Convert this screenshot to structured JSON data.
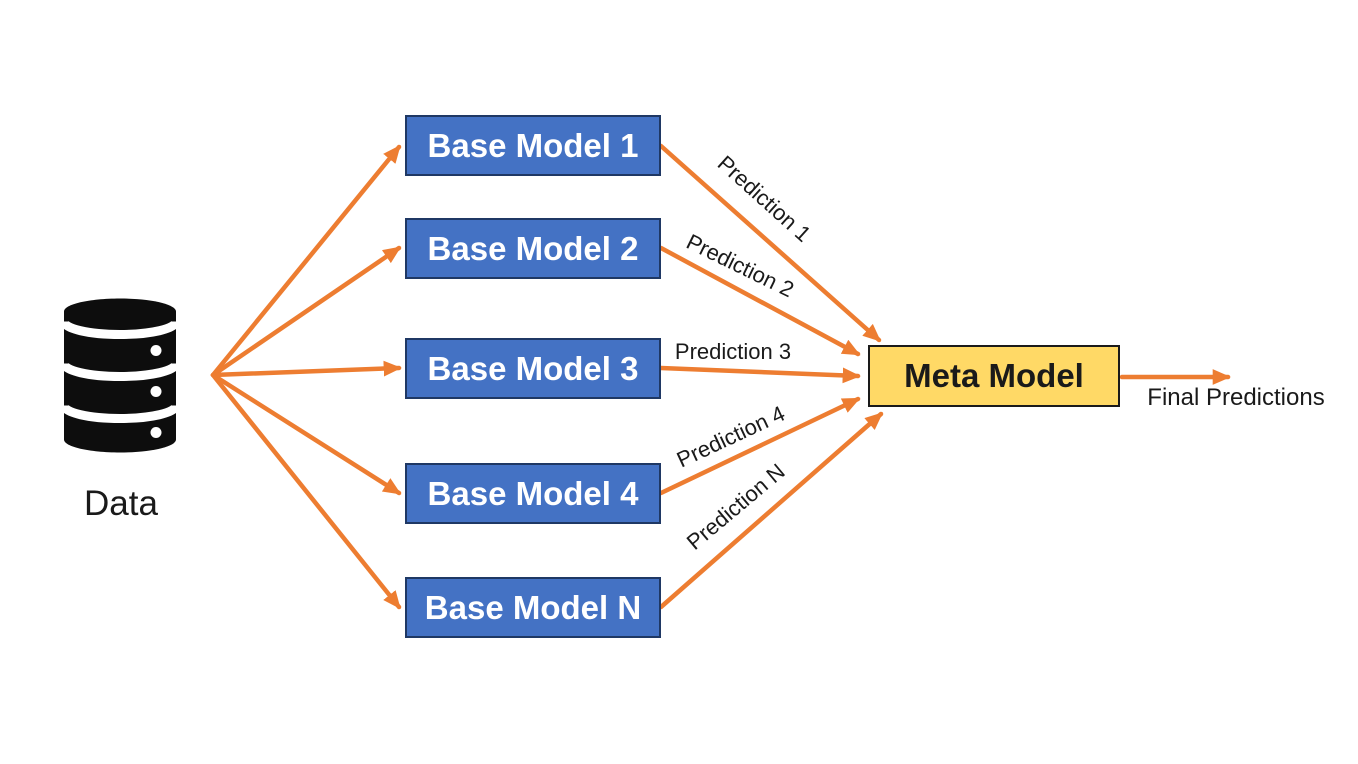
{
  "diagram": {
    "colors": {
      "arrow": "#ED7D31",
      "base_fill": "#4472C4",
      "base_border": "#1F3864",
      "base_text": "#FFFFFF",
      "meta_fill": "#FFD966",
      "meta_border": "#1A1A1A",
      "meta_text": "#1A1A1A",
      "label_text": "#1A1A1A",
      "background": "#FFFFFF",
      "icon": "#0D0D0D"
    },
    "data_source": {
      "label": "Data",
      "icon": "database-icon"
    },
    "base_models": [
      {
        "label": "Base Model 1"
      },
      {
        "label": "Base Model 2"
      },
      {
        "label": "Base Model 3"
      },
      {
        "label": "Base Model 4"
      },
      {
        "label": "Base Model N"
      }
    ],
    "predictions": [
      {
        "label": "Prediction 1"
      },
      {
        "label": "Prediction 2"
      },
      {
        "label": "Prediction 3"
      },
      {
        "label": "Prediction 4"
      },
      {
        "label": "Prediction N"
      }
    ],
    "meta_model": {
      "label": "Meta Model"
    },
    "output": {
      "label": "Final Predictions"
    }
  }
}
